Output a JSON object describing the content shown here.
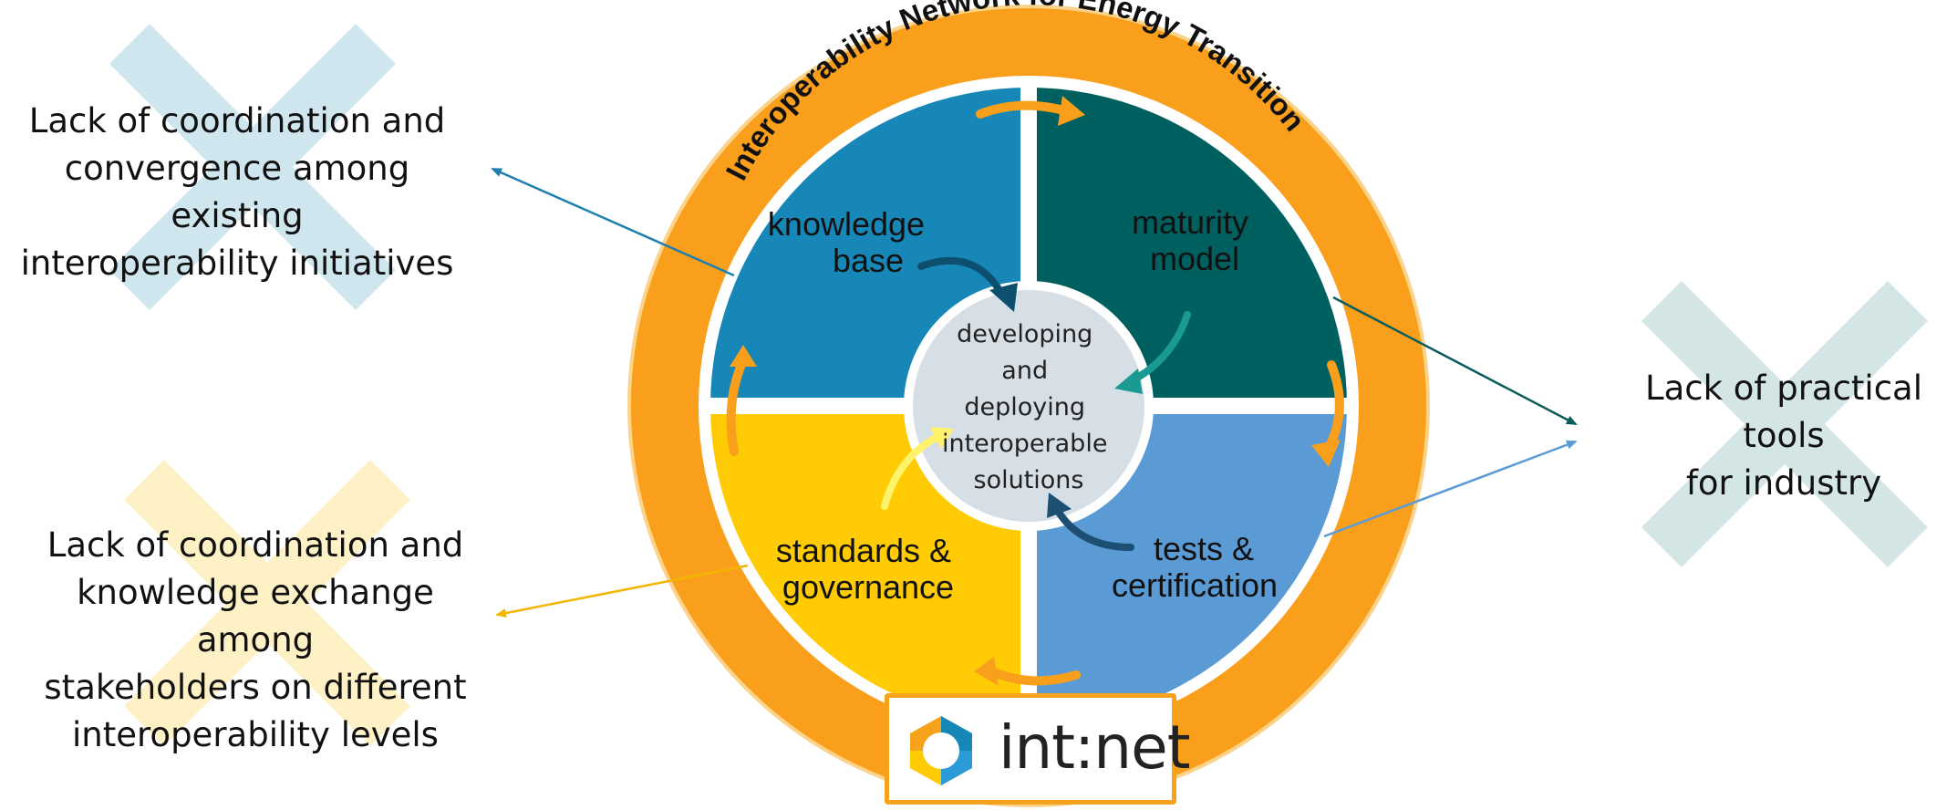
{
  "problems": {
    "left_top": [
      "Lack of coordination and",
      "convergence among existing",
      "interoperability initiatives"
    ],
    "left_bottom": [
      "Lack of coordination and",
      "knowledge exchange among",
      "stakeholders on different",
      "interoperability levels"
    ],
    "right": [
      "Lack of practical tools",
      "for industry"
    ]
  },
  "ring": {
    "title": "Interoperability Network for Energy Transition"
  },
  "quadrants": {
    "knowledge": [
      "knowledge",
      "base"
    ],
    "maturity": [
      "maturity",
      "model"
    ],
    "standards": [
      "standards &",
      "governance"
    ],
    "tests": [
      "tests &",
      "certification"
    ]
  },
  "center": {
    "lines": [
      "developing",
      "and",
      "deploying",
      "interoperable",
      "solutions"
    ]
  },
  "logo": {
    "text": "int:net"
  },
  "colors": {
    "ring_orange": "#f99f1c",
    "knowledge_blue": "#1687b6",
    "maturity_teal": "#00605f",
    "standards_yellow": "#fecb05",
    "tests_blue": "#5b9bd5",
    "center_fill": "#d7dfe6",
    "cross_blue": "#cfe6ee",
    "cross_yellow": "#fdf1c5",
    "cross_teal": "#d4e5e5"
  },
  "icons": [
    "cross-blue-icon",
    "cross-yellow-icon",
    "cross-teal-icon",
    "intnet-logo-icon"
  ]
}
